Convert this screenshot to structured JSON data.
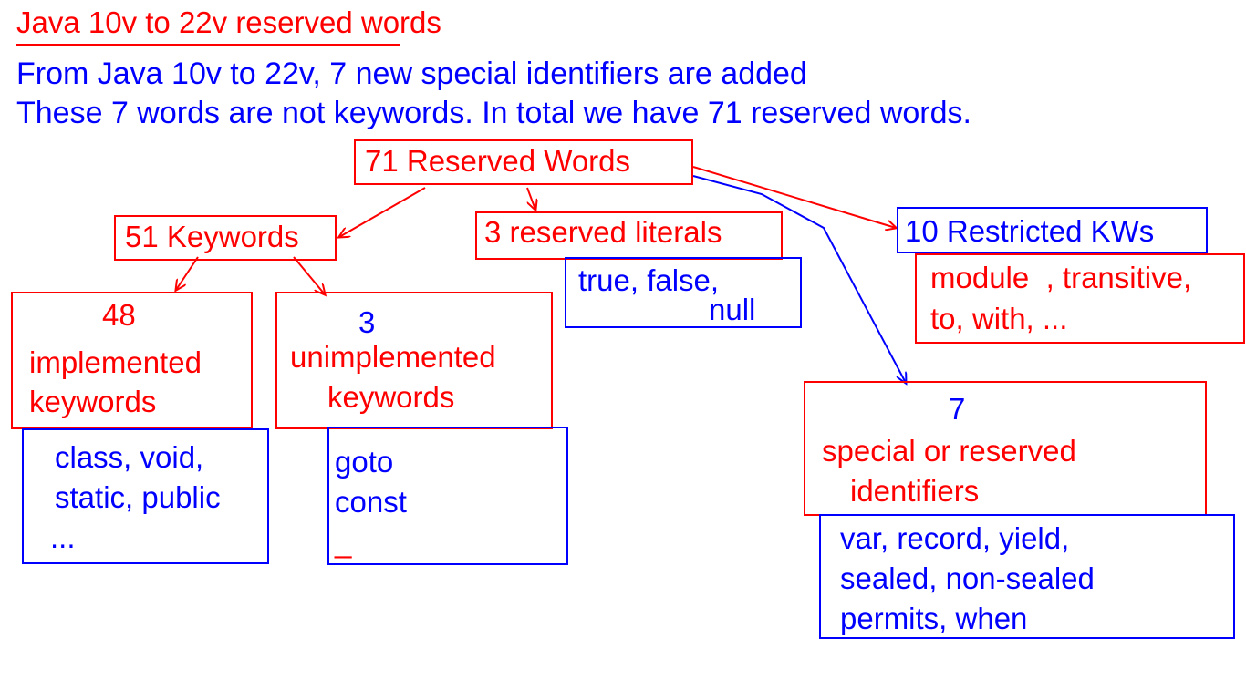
{
  "title": "Java 10v to 22v reserved words",
  "intro": {
    "line1": "From Java 10v to 22v, 7 new special identifiers are added",
    "line2": "These 7 words are not keywords. In total we have 71 reserved words."
  },
  "nodes": {
    "root": "71 Reserved Words",
    "keywords": "51 Keywords",
    "literals": "3 reserved literals",
    "restricted": "10 Restricted KWs",
    "implemented": {
      "count": "48",
      "line1": "implemented",
      "line2": "keywords"
    },
    "unimplemented": {
      "count": "3",
      "line1": "unimplemented",
      "line2": "keywords"
    },
    "special": {
      "count": "7",
      "line1": "special or reserved",
      "line2": "identifiers"
    }
  },
  "examples": {
    "implemented": [
      "class, void,",
      "static, public",
      "..."
    ],
    "unimplemented": [
      "goto",
      "const",
      "_"
    ],
    "literals": [
      "true, false,",
      "null"
    ],
    "restricted": [
      "module  , transitive,",
      "to, with, ..."
    ],
    "special": [
      "var, record, yield,",
      "sealed, non-sealed",
      "permits, when"
    ]
  },
  "colors": {
    "red": "#ff0000",
    "blue": "#0000ff",
    "background": "#ffffff"
  }
}
